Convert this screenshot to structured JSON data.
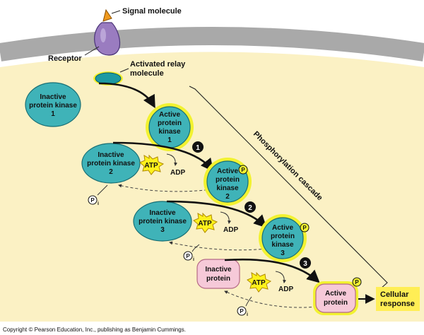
{
  "labels": {
    "signal_molecule": "Signal molecule",
    "receptor": "Receptor",
    "activated_relay_line1": "Activated relay",
    "activated_relay_line2": "molecule",
    "phosphorylation_cascade": "Phosphorylation cascade",
    "cellular_response_line1": "Cellular",
    "cellular_response_line2": "response"
  },
  "nodes": {
    "inactive_pk1": [
      "Inactive",
      "protein kinase",
      "1"
    ],
    "active_pk1": [
      "Active",
      "protein",
      "kinase",
      "1"
    ],
    "inactive_pk2": [
      "Inactive",
      "protein kinase",
      "2"
    ],
    "active_pk2": [
      "Active",
      "protein",
      "kinase",
      "2"
    ],
    "inactive_pk3": [
      "Inactive",
      "protein kinase",
      "3"
    ],
    "active_pk3": [
      "Active",
      "protein",
      "kinase",
      "3"
    ],
    "inactive_protein": [
      "Inactive",
      "protein"
    ],
    "active_protein": [
      "Active",
      "protein"
    ]
  },
  "molecules": {
    "atp": "ATP",
    "adp": "ADP",
    "phosphate": "P",
    "phosphate_sub": "i"
  },
  "steps": [
    "1",
    "2",
    "3"
  ],
  "copyright": "Copyright © Pearson Education, Inc., publishing as Benjamin Cummings.",
  "colors": {
    "cytoplasm": "#fbf1c4",
    "membrane": "#a9a9a9",
    "kinase": "#3fb3b8",
    "kinase_edge": "#176e74",
    "active_glow": "#f2f230",
    "protein": "#f6c9d8",
    "receptor": "#9a7cc0",
    "signal": "#f09a1e",
    "atp_burst": "#fff21c",
    "cellular_response_box": "#ffee55"
  }
}
